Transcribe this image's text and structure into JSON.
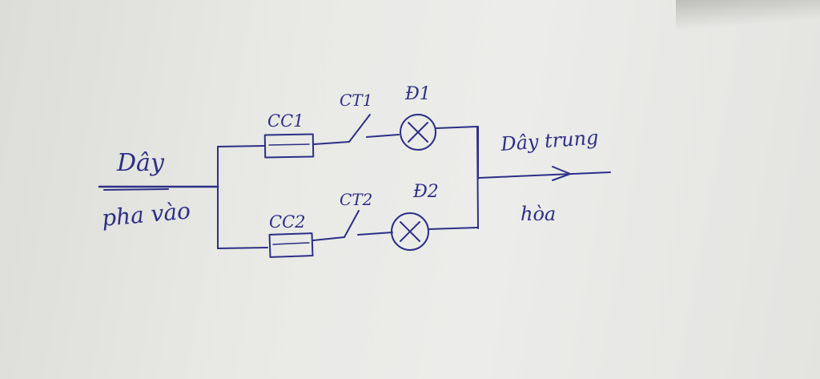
{
  "diagram": {
    "input_label_top": "Dây",
    "input_label_bottom": "pha vào",
    "output_label_top": "Dây trung",
    "output_label_bottom": "hòa",
    "fuse_1": "CC1",
    "fuse_2": "CC2",
    "switch_1": "CT1",
    "switch_2": "CT2",
    "lamp_1": "Đ1",
    "lamp_2": "Đ2"
  },
  "colors": {
    "ink": "#2c2f86",
    "paper": "#e9e9e6"
  }
}
